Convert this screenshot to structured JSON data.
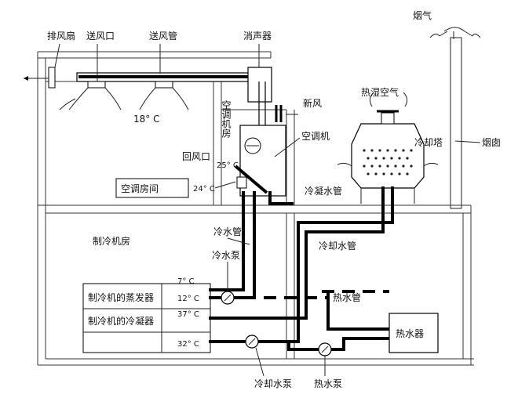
{
  "labels": {
    "exhaust_fan": "排风扇",
    "supply_outlet": "送风口",
    "supply_duct": "送风管",
    "silencer": "消声器",
    "smoke": "烟气",
    "fresh_air": "新风",
    "hot_humid_air": "热湿空气",
    "ac_machine_room": "空调机房",
    "ac_unit": "空调机",
    "cooling_tower": "冷却塔",
    "chimney": "烟囱",
    "return_outlet": "回风口",
    "temp_25": "25° C",
    "temp_18": "18° C",
    "temp_24": "24° C",
    "ac_room": "空调房间",
    "condensate_pipe": "冷凝水管",
    "chilled_water_pipe": "冷水管",
    "chiller_room": "制冷机房",
    "cooling_water_pipe": "冷却水管",
    "chilled_water_pump": "冷水泵",
    "temp_7": "7° C",
    "temp_12": "12° C",
    "temp_37": "37° C",
    "temp_32": "32° C",
    "evaporator": "制冷机的蒸发器",
    "condenser": "制冷机的冷凝器",
    "hot_water_pipe": "热水管",
    "water_heater": "热水器",
    "cooling_water_pump": "冷却水泵",
    "hot_water_pump": "热水泵"
  }
}
